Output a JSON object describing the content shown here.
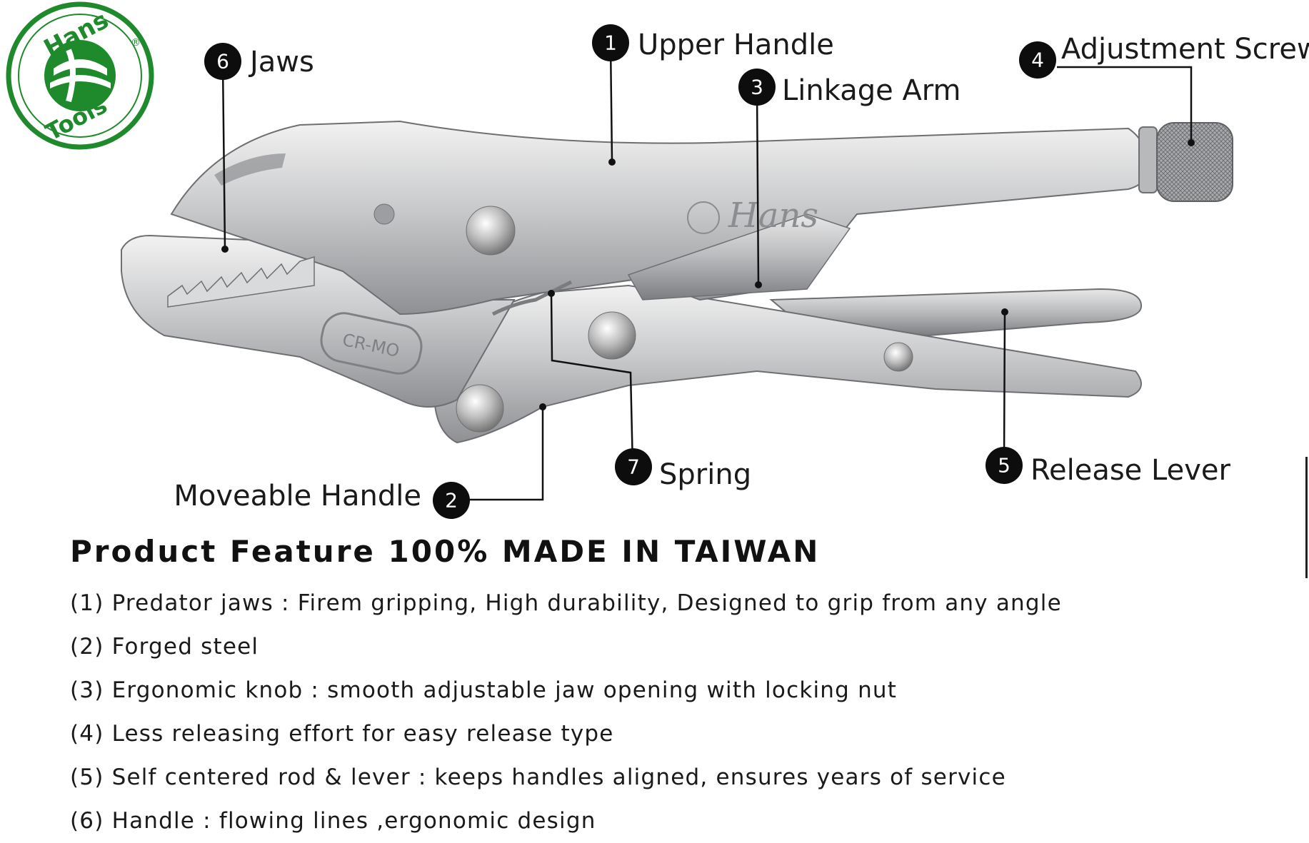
{
  "logo": {
    "top_text": "Hans",
    "bottom_text": "Tools",
    "mark": "®",
    "color": "#1f8a2c"
  },
  "product_marks": {
    "brand_engraving": "Hans",
    "steel_stamp": "CR-MO"
  },
  "callouts": [
    {
      "num": "1",
      "label": "Upper Handle"
    },
    {
      "num": "2",
      "label": "Moveable  Handle"
    },
    {
      "num": "3",
      "label": "Linkage Arm"
    },
    {
      "num": "4",
      "label": "Adjustment Screw"
    },
    {
      "num": "5",
      "label": "Release Lever"
    },
    {
      "num": "6",
      "label": "Jaws"
    },
    {
      "num": "7",
      "label": "Spring"
    }
  ],
  "features": {
    "title": "Product Feature 100% MADE IN TAIWAN",
    "items": [
      "(1) Predator jaws : Firem gripping, High durability, Designed to grip from any angle",
      "(2) Forged steel",
      "(3) Ergonomic knob : smooth adjustable jaw opening with locking nut",
      "(4) Less releasing effort for easy release type",
      "(5) Self centered rod & lever : keeps handles aligned, ensures years of service",
      "(6) Handle : flowing lines ,ergonomic design"
    ]
  }
}
